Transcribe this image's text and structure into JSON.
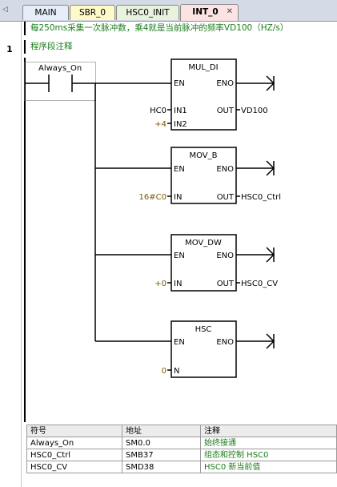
{
  "tabs": [
    {
      "label": "MAIN",
      "bg": "#e6eef9"
    },
    {
      "label": "SBR_0",
      "bg": "#fff8c8"
    },
    {
      "label": "HSC0_INIT",
      "bg": "#e8f2dd"
    },
    {
      "label": "INT_0",
      "bg": "#fbe3e3",
      "active": true
    }
  ],
  "program_comment": "每250ms采集一次脉冲数，乘4就是当前脉冲的频率VD100（HZ/s）",
  "network": {
    "number": "1",
    "title": "程序段注释",
    "contact_label": "Always_On",
    "blocks": [
      {
        "title": "MUL_DI",
        "en": "EN",
        "eno": "ENO",
        "in1_pin": "IN1",
        "in1_val": "HC0",
        "in2_pin": "IN2",
        "in2_val": "+4",
        "out_pin": "OUT",
        "out_val": "VD100"
      },
      {
        "title": "MOV_B",
        "en": "EN",
        "eno": "ENO",
        "in_pin": "IN",
        "in_val": "16#C0",
        "out_pin": "OUT",
        "out_val": "HSC0_Ctrl"
      },
      {
        "title": "MOV_DW",
        "en": "EN",
        "eno": "ENO",
        "in_pin": "IN",
        "in_val": "+0",
        "out_pin": "OUT",
        "out_val": "HSC0_CV"
      },
      {
        "title": "HSC",
        "en": "EN",
        "eno": "ENO",
        "n_pin": "N",
        "n_val": "0"
      }
    ]
  },
  "symbol_table": {
    "headers": [
      "符号",
      "地址",
      "注释"
    ],
    "rows": [
      [
        "Always_On",
        "SM0.0",
        "始终接通"
      ],
      [
        "HSC0_Ctrl",
        "SMB37",
        "组态和控制 HSC0"
      ],
      [
        "HSC0_CV",
        "SMD38",
        "HSC0 新当前值"
      ]
    ]
  }
}
